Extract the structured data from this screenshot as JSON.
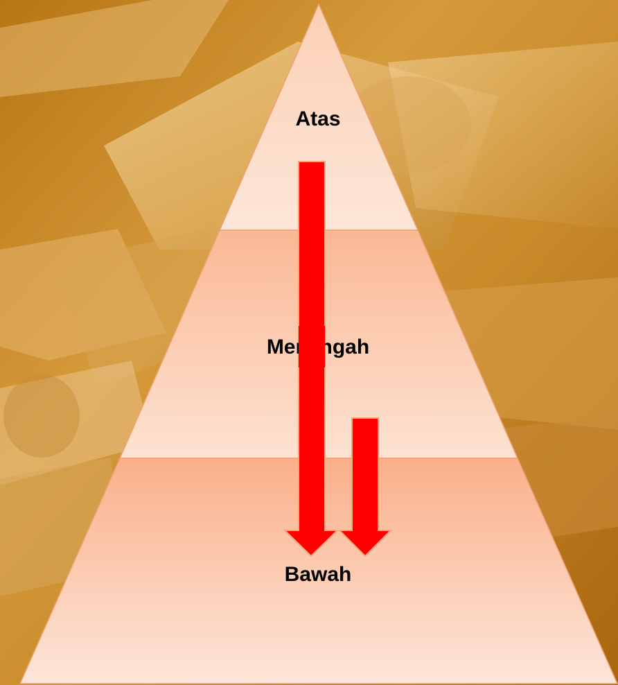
{
  "pyramid": {
    "tiers": [
      {
        "id": "top",
        "label": "Atas"
      },
      {
        "id": "middle",
        "label": "Menengah"
      },
      {
        "id": "bottom",
        "label": "Bawah"
      }
    ],
    "arrows": [
      {
        "from": "Atas",
        "to": "Bawah"
      },
      {
        "from": "Menengah",
        "to": "Bawah"
      }
    ]
  },
  "background": {
    "description_icon": "gold-bars-image",
    "base_color": "#c9861a"
  },
  "colors": {
    "arrow_fill": "#ff0000",
    "arrow_stroke": "#e8a070",
    "tier_edge": "#f0a070"
  }
}
